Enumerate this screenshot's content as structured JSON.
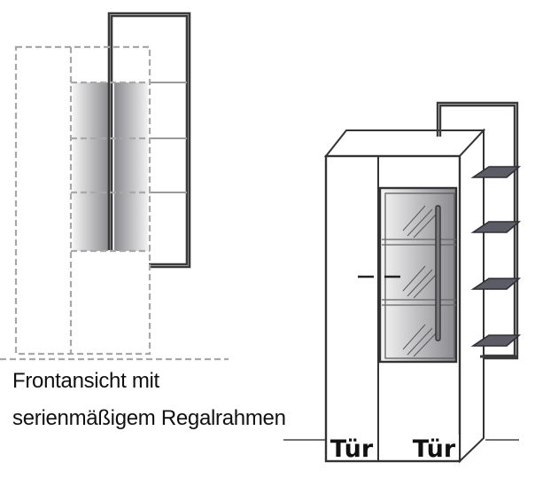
{
  "caption": {
    "line1": "Frontansicht mit",
    "line2": "serienmäßigem Regalrahmen"
  },
  "labels": {
    "door_left": "Tür",
    "door_right": "Tür"
  },
  "colors": {
    "outline": "#333333",
    "dashed": "#a8a8a8",
    "shelf_fill": "#5c5c66",
    "glass_dark": "#8c8c90",
    "glass_light": "#ececec"
  }
}
